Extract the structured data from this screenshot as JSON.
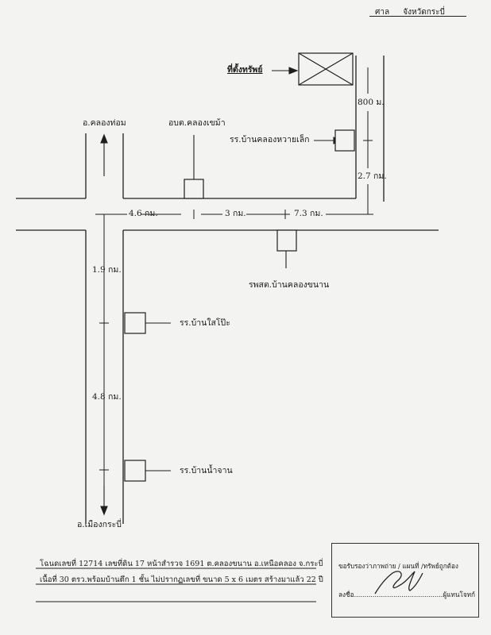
{
  "header": {
    "court_label": "ศาล",
    "province_label": "จังหวัดกระบี่"
  },
  "labels": {
    "property": "ที่ตั้งทรัพย์",
    "dist_800": "800 ม.",
    "dist_2_7": "2.7 กม.",
    "dist_4_6": "4.6 กม.",
    "dist_3": "3 กม.",
    "dist_7_3": "7.3 กม.",
    "dist_1_9": "1.9 กม.",
    "dist_4_8": "4.8 กม.",
    "khlong_thom": "อ.คลองท่อม",
    "obt": "อบต.คลองเขม้า",
    "school_khlong_hwai": "รร.บ้านคลองหวายเล็ก",
    "clinic": "รพสต.บ้านคลองขนาน",
    "school_sai_pia": "รร.บ้านใสโป๊ะ",
    "school_nam_chan": "รร.บ้านน้ำจาน",
    "mueang_krabi": "อ.เมืองกระบี่"
  },
  "footer": {
    "line1": "โฉนดเลขที่ 12714 เลขที่ดิน 17 หน้าสำรวจ 1691 ต.คลองขนาน อ.เหนือคลอง จ.กระบี่",
    "line2": "เนื้อที่ 30 ตรว.พร้อมบ้านตึก 1 ชั้น ไม่ปรากฏเลขที่ ขนาด 5 x 6 เมตร สร้างมาแล้ว 22 ปี"
  },
  "certification": {
    "text": "ขอรับรองว่าภาพถ่าย / แผนที่ /ทรัพย์ถูกต้อง",
    "sign_line": "ลงชื่อ...........................................ผู้แทนโจทก์"
  }
}
